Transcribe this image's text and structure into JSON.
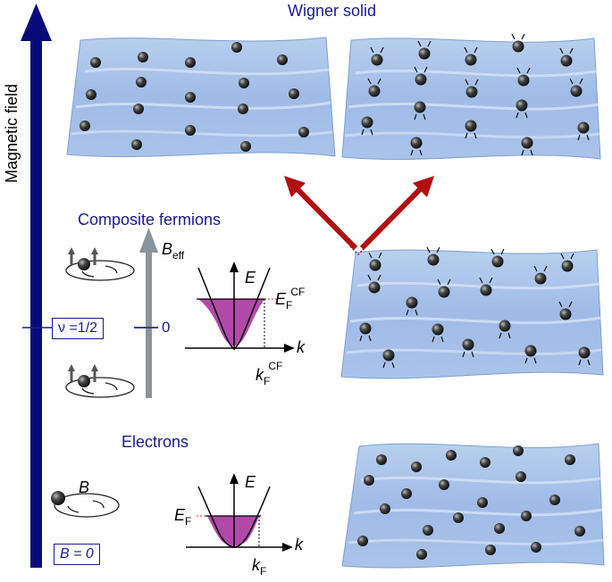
{
  "axis": {
    "label": "Magnetic field",
    "color": "#0a0a7a"
  },
  "markers": {
    "half_filling": "ν =1/2",
    "zero_field": "B = 0"
  },
  "headings": {
    "wigner": "Wigner solid",
    "composite": "Composite fermions",
    "electrons": "Electrons"
  },
  "beff_axis": {
    "label_main": "B",
    "label_sub": "eff",
    "zero": "0",
    "color": "#8a949c"
  },
  "electron_orbit": {
    "label": "B"
  },
  "cf_dispersion": {
    "energy": "E",
    "momentum": "k",
    "ef_main": "E",
    "ef_sub": "F",
    "ef_sup": "CF",
    "kf_main": "k",
    "kf_sub": "F",
    "kf_sup": "CF",
    "fill_color": "#b04aa8"
  },
  "el_dispersion": {
    "energy": "E",
    "momentum": "k",
    "ef_main": "E",
    "ef_sub": "F",
    "kf_main": "k",
    "kf_sub": "F",
    "fill_color": "#b04aa8"
  },
  "colors": {
    "surface": "#a9c3ea",
    "surface_light": "#d6e4f7",
    "arrow_red": "#b01010",
    "heading_blue": "#1a1a8c"
  }
}
